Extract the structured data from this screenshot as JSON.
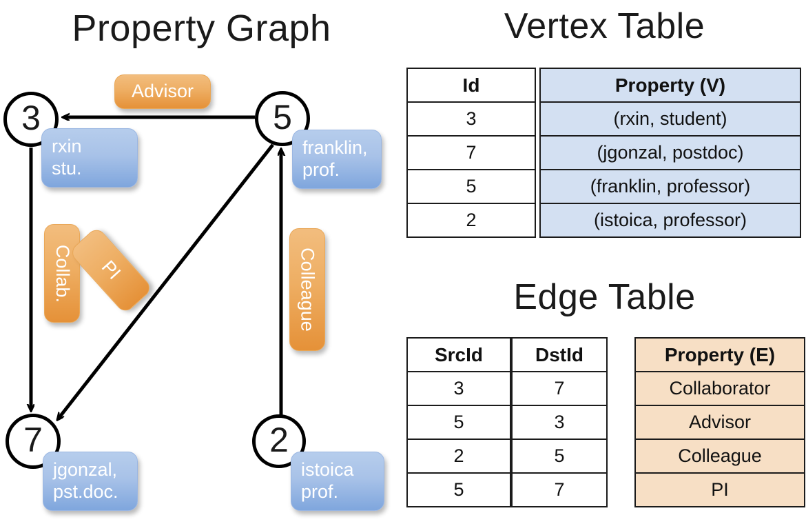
{
  "titles": {
    "graph": "Property Graph",
    "vertex_table": "Vertex Table",
    "edge_table": "Edge Table"
  },
  "graph": {
    "nodes": [
      {
        "id": "3",
        "property_line1": "rxin",
        "property_line2": "stu."
      },
      {
        "id": "5",
        "property_line1": "franklin,",
        "property_line2": "prof."
      },
      {
        "id": "7",
        "property_line1": "jgonzal,",
        "property_line2": "pst.doc."
      },
      {
        "id": "2",
        "property_line1": "istoica",
        "property_line2": "prof."
      }
    ],
    "edge_labels": {
      "advisor": "Advisor",
      "collab": "Collab.",
      "pi": "PI",
      "colleague": "Colleague"
    }
  },
  "vertex_table": {
    "headers": [
      "Id",
      "Property (V)"
    ],
    "rows": [
      {
        "id": "3",
        "property": "(rxin, student)"
      },
      {
        "id": "7",
        "property": "(jgonzal, postdoc)"
      },
      {
        "id": "5",
        "property": "(franklin, professor)"
      },
      {
        "id": "2",
        "property": "(istoica, professor)"
      }
    ]
  },
  "edge_table": {
    "headers": [
      "SrcId",
      "DstId",
      "Property (E)"
    ],
    "rows": [
      {
        "src": "3",
        "dst": "7",
        "property": "Collaborator"
      },
      {
        "src": "5",
        "dst": "3",
        "property": "Advisor"
      },
      {
        "src": "2",
        "dst": "5",
        "property": "Colleague"
      },
      {
        "src": "5",
        "dst": "7",
        "property": "PI"
      }
    ]
  },
  "colors": {
    "vertex_property_fill": "#d3e0f2",
    "edge_property_fill": "#f7dfc5",
    "chip_blue": "#a8c2e8",
    "chip_orange": "#eeae63",
    "stroke": "#000000",
    "background": "#ffffff"
  }
}
